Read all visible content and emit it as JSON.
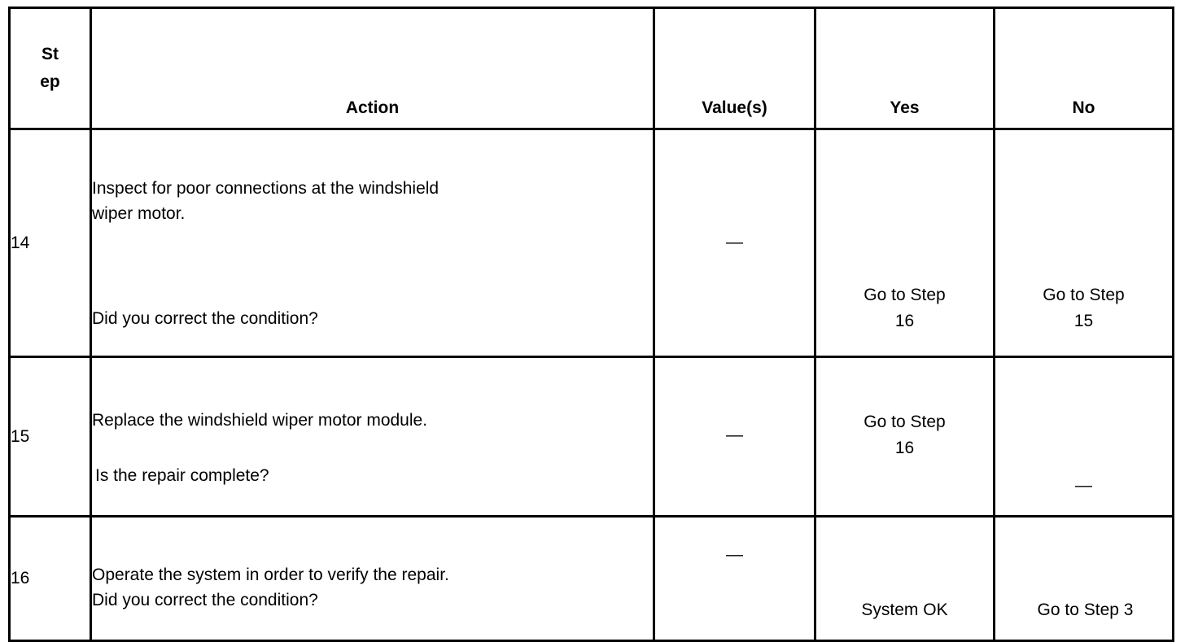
{
  "table": {
    "headers": {
      "step_line1": "St",
      "step_line2": "ep",
      "action": "Action",
      "value": "Value(s)",
      "yes": "Yes",
      "no": "No"
    },
    "rows": [
      {
        "step": "14",
        "action_line1": "Inspect for poor connections at the windshield",
        "action_line2": "wiper motor.",
        "action_line3": "Did you correct the condition?",
        "value": "—",
        "yes_line1": "Go to Step",
        "yes_line2": "16",
        "no_line1": "Go to Step",
        "no_line2": "15"
      },
      {
        "step": "15",
        "action_line1": "Replace the windshield wiper motor module.",
        "action_line2": "",
        "action_line3": "Is the repair complete?",
        "value": "—",
        "yes_line1": "Go to Step",
        "yes_line2": "16",
        "no_line1": "—",
        "no_line2": ""
      },
      {
        "step": "16",
        "action_line1": "Operate the system in order to verify the repair.",
        "action_line2": "",
        "action_line3": "Did you correct the condition?",
        "value": "—",
        "yes_line1": "System OK",
        "yes_line2": "",
        "no_line1": "Go to Step 3",
        "no_line2": ""
      }
    ]
  },
  "colors": {
    "border": "#000000",
    "text": "#000000",
    "background": "#ffffff"
  }
}
